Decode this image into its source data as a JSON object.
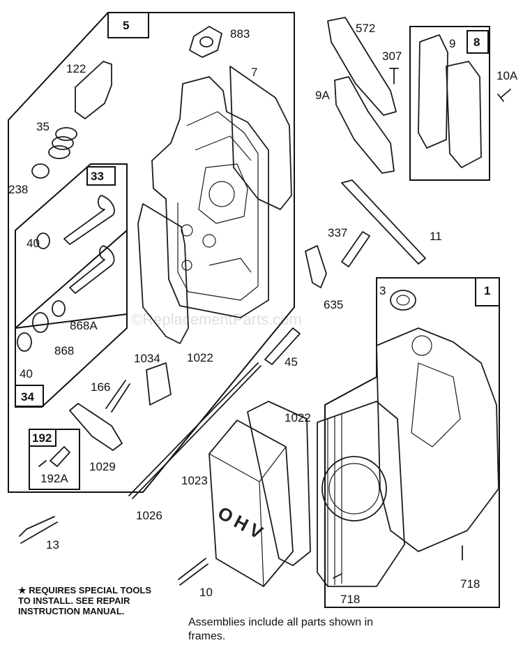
{
  "frames": {
    "frame_5": "5",
    "frame_33": "33",
    "frame_34": "34",
    "frame_192": "192",
    "frame_8": "8",
    "frame_1": "1"
  },
  "parts": {
    "p883": "883",
    "p7": "7",
    "p122": "122",
    "p35": "35",
    "p238": "238",
    "p40a": "40",
    "p40b": "40",
    "p868A": "868A",
    "p868": "868",
    "p1034": "1034",
    "p1022a": "1022",
    "p166": "166",
    "p1029": "1029",
    "p192A": "192A",
    "p572": "572",
    "p307": "307",
    "p9A": "9A",
    "p9": "9",
    "p10A": "10A",
    "p11": "11",
    "p337": "337",
    "p635": "635",
    "p3": "3",
    "p45": "45",
    "p1022b": "1022",
    "p1023": "1023",
    "p1026": "1026",
    "p13": "13",
    "p10": "10",
    "p718a": "718",
    "p718b": "718"
  },
  "footnote": {
    "line1": "★ REQUIRES SPECIAL TOOLS",
    "line2": "TO INSTALL.  SEE REPAIR",
    "line3": "INSTRUCTION MANUAL."
  },
  "assembly_note": {
    "line1": "Assemblies include all parts shown in",
    "line2": "frames."
  },
  "cover_text": "OHV",
  "watermark": "©ReplacementParts.com"
}
